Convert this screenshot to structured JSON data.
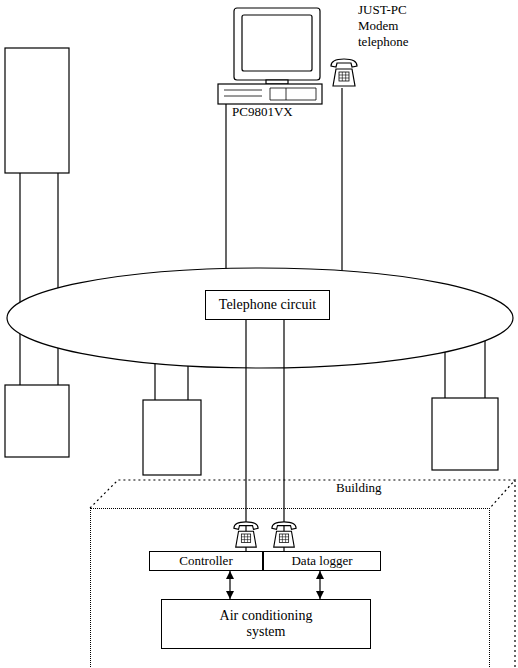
{
  "diagram": {
    "nodes": [
      {
        "text": [
          "Telephone circuit"
        ]
      },
      {
        "text": [
          "Building"
        ]
      },
      {
        "text": [
          "Controller"
        ],
        "in": 1
      },
      {
        "text": [
          "Data logger"
        ],
        "in": 1
      },
      {
        "text": [
          "Air conditioning system"
        ],
        "in": 1
      }
    ],
    "edges": [
      {
        "from": 0,
        "to": 2,
        "arrow": "none"
      },
      {
        "from": 0,
        "to": 3,
        "arrow": "none"
      },
      {
        "from": 2,
        "to": 4,
        "arrow": "both"
      },
      {
        "from": 3,
        "to": 4,
        "arrow": "both"
      }
    ],
    "labels": [
      "PC9801VX",
      "JUST-PC Modem telephone"
    ]
  }
}
